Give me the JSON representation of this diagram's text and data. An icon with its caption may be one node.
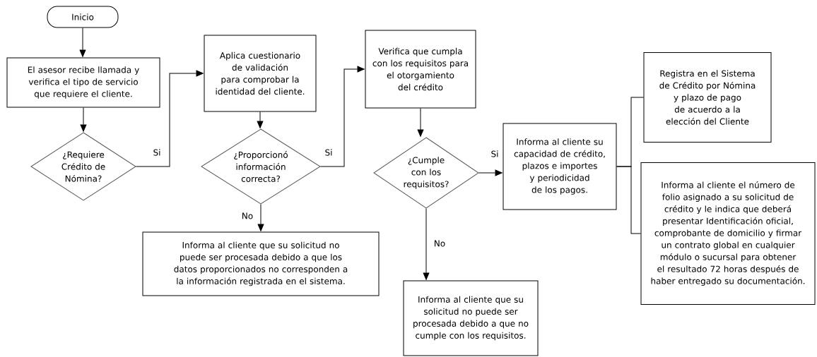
{
  "diagram": {
    "nodes": [
      {
        "text": [
          "Inicio"
        ]
      },
      {
        "text": [
          "El asesor recibe llamada y verifica el tipo de servicio que requiere el cliente."
        ]
      },
      {
        "text": [
          "¿Requiere Crédito de Nómina?"
        ]
      },
      {
        "text": [
          "Aplica cuestionario de validación para comprobar la identidad del cliente."
        ]
      },
      {
        "text": [
          "¿Proporcionó información correcta?"
        ]
      },
      {
        "text": [
          "Verifica que cumpla con los requisitos para el otorgamiento del crédito"
        ]
      },
      {
        "text": [
          "¿Cumple con los requisitos?"
        ]
      },
      {
        "text": [
          "Informa al cliente su capacidad de crédito, plazos e importes y periodicidad de los pagos."
        ]
      },
      {
        "text": [
          "Registra en el Sistema de Crédito por Nómina y plazo de pago de acuerdo a la elección del Cliente"
        ]
      },
      {
        "text": [
          "Informa al cliente el número de folio asignado a su solicitud de crédito y le indica que deberá presentar Identificación oficial, comprobante de domicilio y firmar un contrato global en cualquier módulo o sucursal para obtener el resultado 72 horas después de haber entregado su documentación."
        ]
      },
      {
        "text": [
          "Informa al cliente que su solicitud no puede ser procesada debido a que los datos proporcionados no corresponden a la información registrada en el sistema."
        ]
      },
      {
        "text": [
          "Informa al cliente que su solicitud no puede ser procesada debido a que no cumple con los requisitos."
        ]
      }
    ],
    "edges": [
      {
        "from": 0,
        "to": 1,
        "arrow": "to"
      },
      {
        "from": 1,
        "to": 2,
        "arrow": "to"
      },
      {
        "from": 2,
        "to": 3,
        "arrow": "to",
        "label": "Si"
      },
      {
        "from": 3,
        "to": 4,
        "arrow": "to"
      },
      {
        "from": 4,
        "to": 5,
        "arrow": "to",
        "label": "Si"
      },
      {
        "from": 4,
        "to": 10,
        "arrow": "to",
        "label": "No"
      },
      {
        "from": 5,
        "to": 6,
        "arrow": "to"
      },
      {
        "from": 6,
        "to": 7,
        "arrow": "to",
        "label": "Si"
      },
      {
        "from": 6,
        "to": 11,
        "arrow": "to",
        "label": "No"
      },
      {
        "from": 7,
        "to": 8,
        "arrow": "none"
      },
      {
        "from": 7,
        "to": 9,
        "arrow": "none"
      }
    ]
  }
}
